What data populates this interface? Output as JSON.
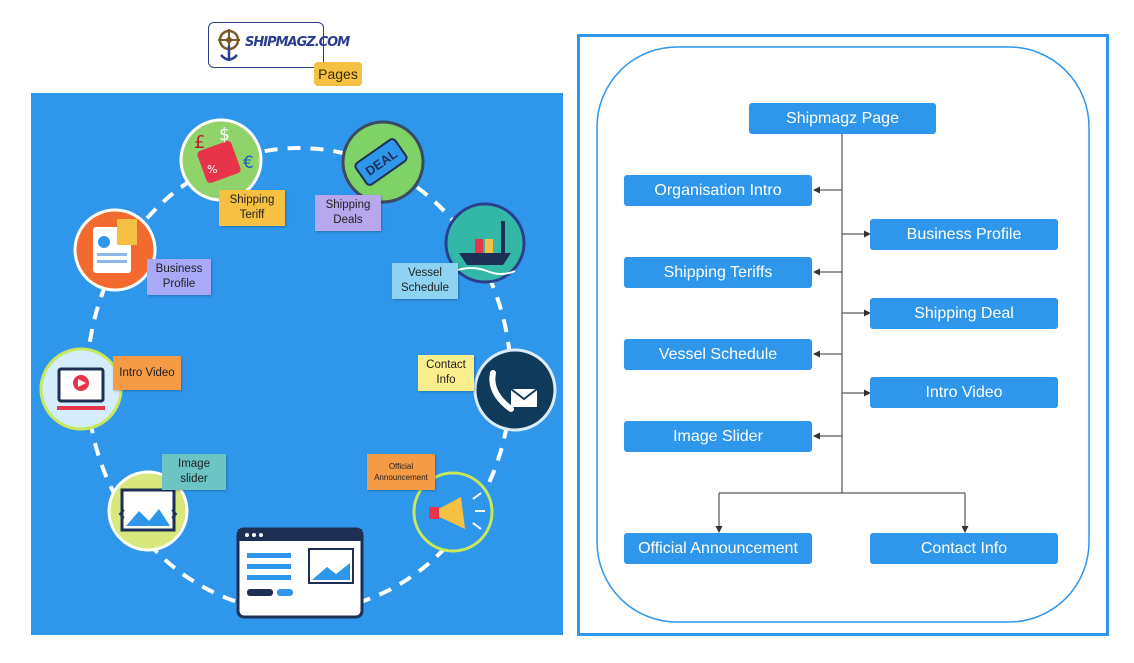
{
  "logo": {
    "wordmark": "SHIPMAGZ.COM",
    "tag": "Pages"
  },
  "left_diagram": {
    "notes": {
      "shipping_tariff": "Shipping\nTeriff",
      "shipping_deals": "Shipping\nDeals",
      "business_profile": "Business\nProfile",
      "vessel_schedule": "Vessel\nSchedule",
      "intro_video": "Intro Video",
      "contact_info": "Contact\nInfo",
      "image_slider": "Image\nslider",
      "official_announcement": "Official\nAnnouncement"
    },
    "icons": {
      "deal_text": "DEAL",
      "pound": "£",
      "dollar": "$",
      "euro": "€",
      "percent": "%"
    }
  },
  "right_diagram": {
    "root": "Shipmagz Page",
    "left_nodes": [
      "Organisation Intro",
      "Shipping Teriffs",
      "Vessel Schedule",
      "Image Slider"
    ],
    "right_nodes": [
      "Business Profile",
      "Shipping Deal",
      "Intro Video"
    ],
    "bottom_nodes": [
      "Official Announcement",
      "Contact Info"
    ]
  },
  "colors": {
    "panel_blue": "#2f97eb",
    "note_yellow": "#f6c142",
    "note_orange": "#f59a45",
    "note_purple": "#b9a7ee",
    "note_lavender": "#a8a9f7",
    "note_sky": "#8ed3f2",
    "note_cream": "#fbee8d",
    "note_teal": "#6cc4c4"
  }
}
